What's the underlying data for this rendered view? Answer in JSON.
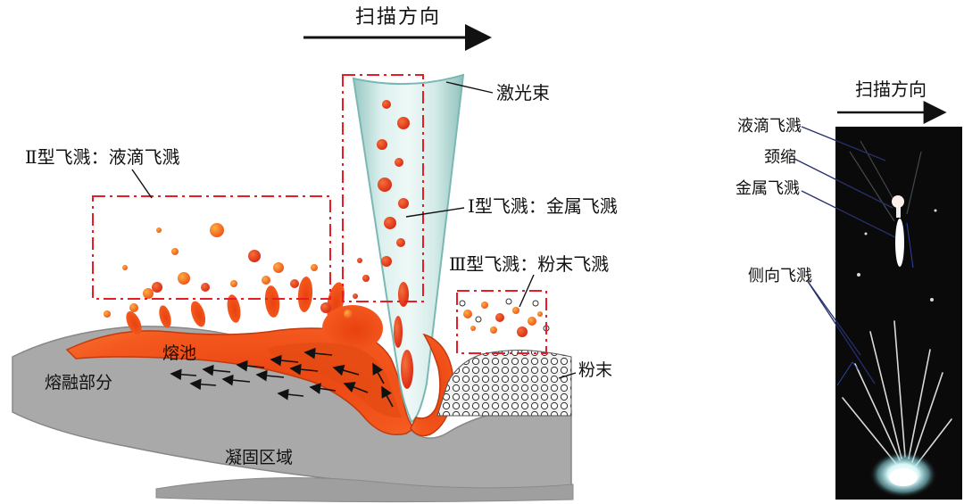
{
  "figure": {
    "left": {
      "scan_direction": "扫描方向",
      "laser_beam": "激光束",
      "type2_spatter": "Ⅱ型飞溅：液滴飞溅",
      "type1_spatter": "Ⅰ型飞溅：金属飞溅",
      "type3_spatter": "Ⅲ型飞溅：粉末飞溅",
      "melt_pool": "熔池",
      "molten_part": "熔融部分",
      "powder": "粉末",
      "solidified_zone": "凝固区域"
    },
    "right": {
      "scan_direction": "扫描方向",
      "droplet_spatter": "液滴飞溅",
      "necking": "颈缩",
      "metal_spatter": "金属飞溅",
      "lateral_spatter": "侧向飞溅"
    },
    "colors": {
      "annotation_red": "#e81c24",
      "laser_teal": "#cde9e6",
      "melt_orange": "#f4581e",
      "droplet_orange": "#f58220",
      "substrate_gray": "#a9a9a9",
      "panel_black": "#0a0a0a"
    }
  }
}
